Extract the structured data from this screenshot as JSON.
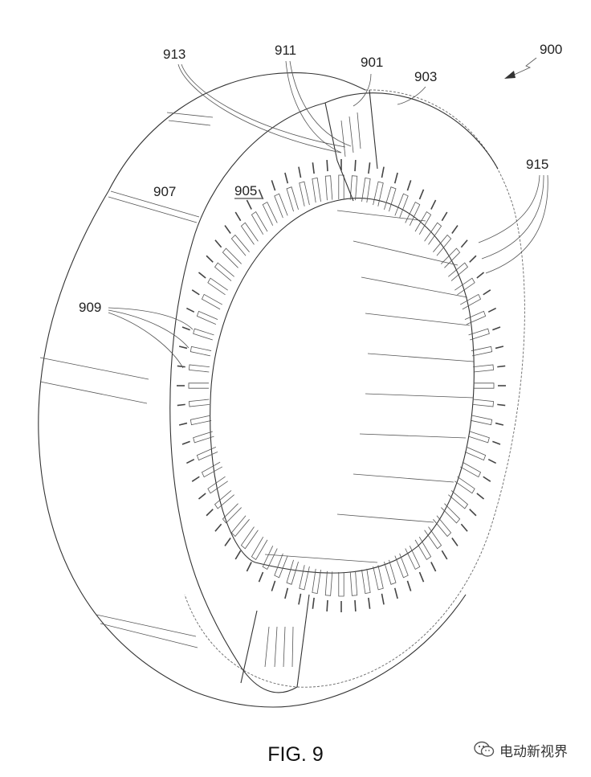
{
  "figure": {
    "caption": "FIG. 9",
    "labels": {
      "assembly": "900",
      "segment": "901",
      "face": "903",
      "stator_face": "905",
      "outer_band": "907",
      "slots": "909",
      "slot_group": "911",
      "cut_lines": "913",
      "teeth": "915"
    }
  },
  "watermark": {
    "text": "电动新视界",
    "icon": "wechat-icon"
  }
}
